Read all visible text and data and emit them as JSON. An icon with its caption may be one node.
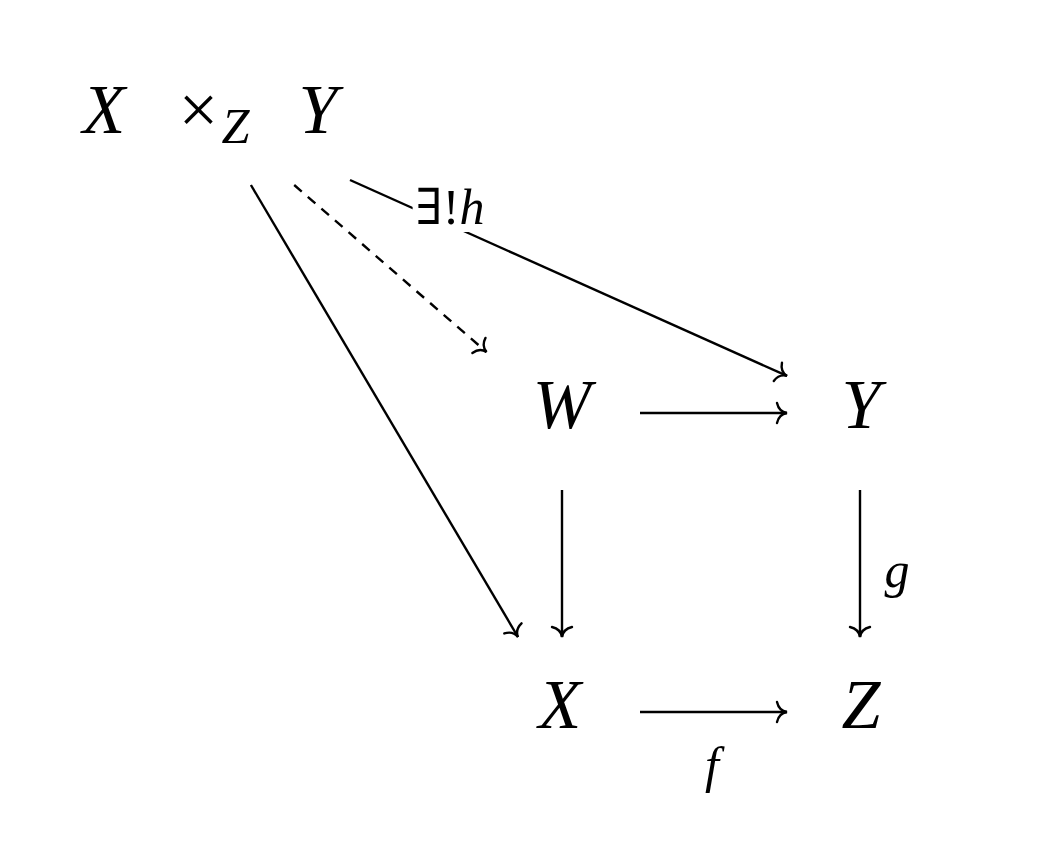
{
  "diagram": {
    "nodes": [
      {
        "text": [
          "X ×$_{Z}$ Y"
        ]
      },
      {
        "text": [
          "W"
        ]
      },
      {
        "text": [
          "Y"
        ]
      },
      {
        "text": [
          "X"
        ]
      },
      {
        "text": [
          "Z"
        ]
      }
    ],
    "edges": [
      {
        "from": 0,
        "to": 1,
        "arrow": "to",
        "style": "dashed"
      },
      {
        "from": 0,
        "to": 2,
        "arrow": "to",
        "label": "∃!*h*"
      },
      {
        "from": 0,
        "to": 3,
        "arrow": "to"
      },
      {
        "from": 1,
        "to": 2,
        "arrow": "to"
      },
      {
        "from": 1,
        "to": 3,
        "arrow": "to"
      },
      {
        "from": 2,
        "to": 4,
        "arrow": "to",
        "label": "g"
      },
      {
        "from": 3,
        "to": 4,
        "arrow": "to",
        "label": "f"
      }
    ]
  }
}
